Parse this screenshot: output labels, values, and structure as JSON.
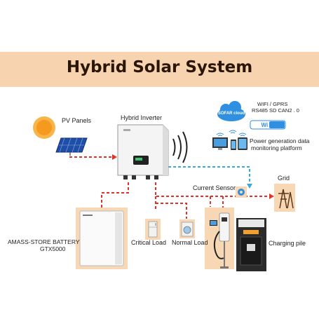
{
  "title": "Hybrid Solar System",
  "labels": {
    "pv_panels": "PV Panels",
    "hybrid_inverter": "Hybrid Inverter",
    "wifi_gprs": "WIFI / GPRS",
    "rs485": "RS485 SD CAN2 . 0",
    "platform_line1": "Power generation data",
    "platform_line2": "monitoring platform",
    "grid": "Grid",
    "current_sensor": "Current Sensor",
    "battery_line1": "AMASS-STORE BATTERY",
    "battery_line2": "GTX5000",
    "critical_load": "Critical Load",
    "normal_load": "Normal Load",
    "charging_pile": "Charging pile"
  },
  "logos": {
    "cloud": "SOFAR cloud",
    "wifi": "Wi Fi"
  },
  "colors": {
    "banner": "#f8d3b0",
    "ac_line": "#e0322a",
    "dc_line": "#e0322a",
    "comm_line": "#3aa8dc",
    "device_panel": "#f7d7b4",
    "sun": "#f59a1e",
    "cloud": "#2f8fe0"
  },
  "icons": [
    "sun-icon",
    "pv-panel-icon",
    "inverter-icon",
    "signal-waves-icon",
    "cloud-icon",
    "wifi-icon",
    "desktop-icon",
    "phone-icon",
    "tablet-icon",
    "grid-tower-icon",
    "current-sensor-icon",
    "battery-icon",
    "fridge-icon",
    "washer-icon",
    "tv-icon",
    "ev-charger-icon",
    "charging-cabinet-icon"
  ]
}
